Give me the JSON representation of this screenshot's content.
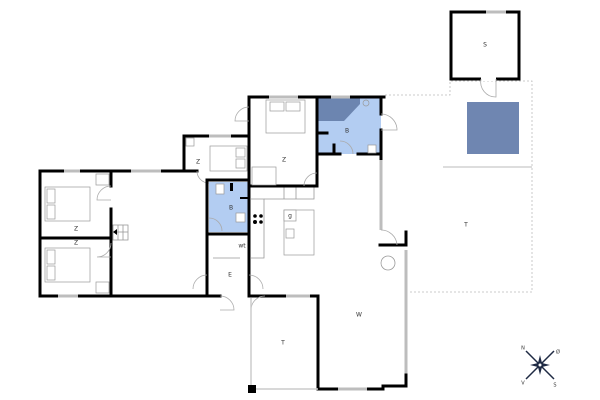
{
  "floorplan": {
    "colors": {
      "wall": "#000000",
      "window": "#bdbdbd",
      "bathroom": "#b3cdf2",
      "shower": "#6c85b0",
      "pool": "#6f86b1",
      "terrace_border": "#bbbbbb"
    },
    "rooms": [
      {
        "id": "shed",
        "label": "S"
      },
      {
        "id": "bathroom-upper",
        "label": "B"
      },
      {
        "id": "bedroom-center",
        "label": "Z"
      },
      {
        "id": "bedroom-small",
        "label": "Z"
      },
      {
        "id": "bathroom-lower",
        "label": "B"
      },
      {
        "id": "bedroom-left-top",
        "label": "Z"
      },
      {
        "id": "bedroom-left-bottom",
        "label": "Z"
      },
      {
        "id": "fridge",
        "label": "g"
      },
      {
        "id": "wc",
        "label": "wt"
      },
      {
        "id": "entrance",
        "label": "E"
      },
      {
        "id": "living-room",
        "label": "W"
      },
      {
        "id": "terrace-right",
        "label": "T"
      },
      {
        "id": "terrace-bottom",
        "label": "T"
      }
    ],
    "compass": {
      "N": "N",
      "O": "Ø",
      "V": "V",
      "S": "S"
    }
  }
}
